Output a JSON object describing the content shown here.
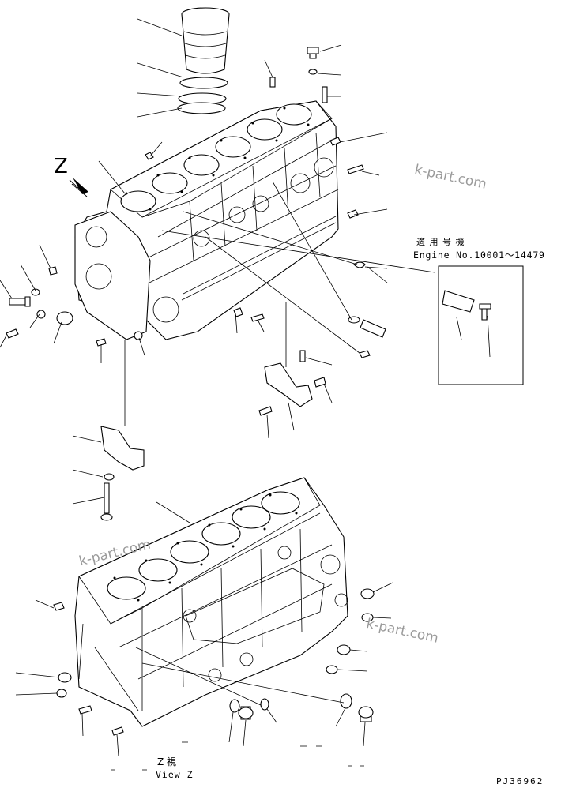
{
  "view_letter": "Z",
  "applicable_models": {
    "heading": "適 用 号 機",
    "range": "Engine No.10001～14479"
  },
  "view_caption": {
    "jp": "Z   視",
    "en": "View Z"
  },
  "drawing_number": "PJ36962",
  "watermarks": [
    "k-part.com",
    "k-part.com",
    "k-part.com"
  ]
}
